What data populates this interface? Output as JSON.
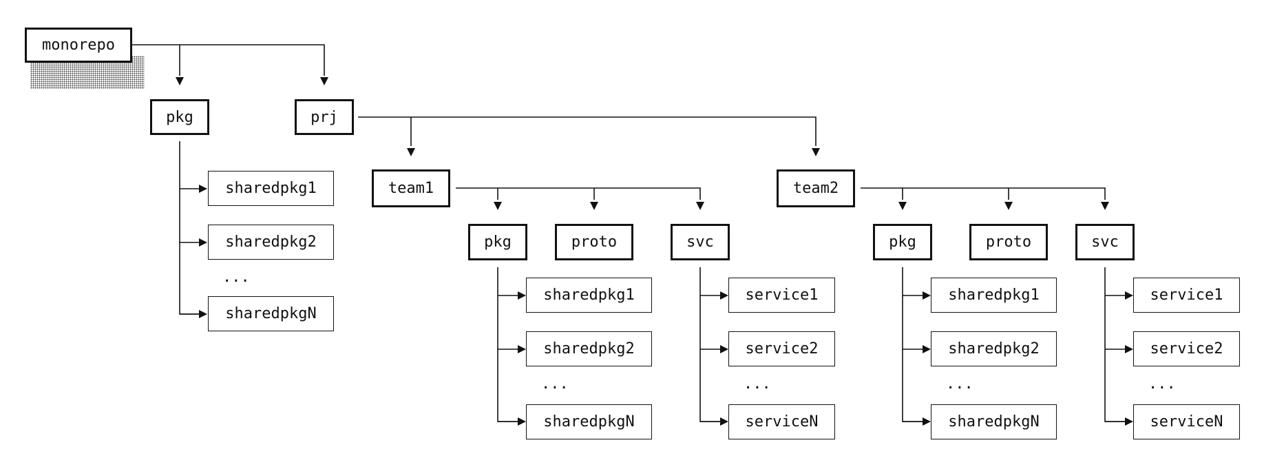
{
  "colors": {
    "ink": "#111111",
    "background": "#ffffff"
  },
  "root": {
    "label": "monorepo"
  },
  "pkg": {
    "label": "pkg",
    "items": [
      "sharedpkg1",
      "sharedpkg2",
      "sharedpkgN"
    ],
    "ellipsis": "..."
  },
  "prj": {
    "label": "prj",
    "team1": {
      "label": "team1",
      "pkg": {
        "label": "pkg",
        "items": [
          "sharedpkg1",
          "sharedpkg2",
          "sharedpkgN"
        ],
        "ellipsis": "..."
      },
      "proto": {
        "label": "proto"
      },
      "svc": {
        "label": "svc",
        "items": [
          "service1",
          "service2",
          "serviceN"
        ],
        "ellipsis": "..."
      }
    },
    "team2": {
      "label": "team2",
      "pkg": {
        "label": "pkg",
        "items": [
          "sharedpkg1",
          "sharedpkg2",
          "sharedpkgN"
        ],
        "ellipsis": "..."
      },
      "proto": {
        "label": "proto"
      },
      "svc": {
        "label": "svc",
        "items": [
          "service1",
          "service2",
          "serviceN"
        ],
        "ellipsis": "..."
      }
    }
  }
}
